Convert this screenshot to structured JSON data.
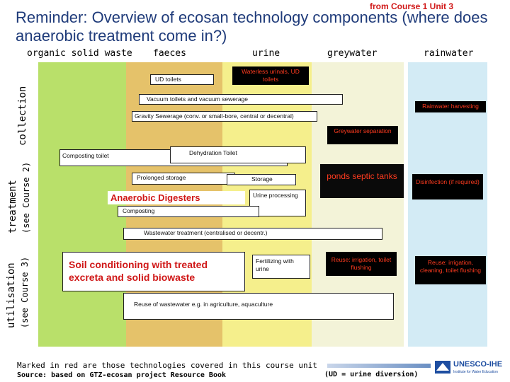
{
  "top_right": "from Course 1 Unit 3",
  "title": "Reminder: Overview of ecosan technology components (where does anaerobic treatment come in?)",
  "columns": {
    "organic": "organic solid waste",
    "faeces": "faeces",
    "urine": "urine",
    "greywater": "greywater",
    "rainwater": "rainwater"
  },
  "rows": {
    "collection": "collection",
    "treatment": "treatment",
    "treatment_note": "(see Course 2)",
    "utilisation": "utilisation",
    "utilisation_note": "(see Course 3)"
  },
  "boxes": {
    "ud_toilets": "UD toilets",
    "waterless": "Waterless urinals, UD toilets",
    "vacuum": "Vacuum toilets and vacuum sewerage",
    "rainwater_harvesting": "Rainwater harvesting",
    "gravity": "Gravity Sewerage (conv. or small-bore, central or decentral)",
    "greywater_sep": "Greywater separation",
    "composting_toilet": "Composting toilet",
    "dehydration": "Dehydration Toilet",
    "prolonged": "Prolonged storage",
    "storage": "Storage",
    "ponds": "ponds septic tanks",
    "disinfection": "Disinfection (if required)",
    "anaerobic": "Anaerobic Digesters",
    "urine_processing": "Urine processing",
    "composting": "Composting",
    "wastewater_treatment": "Wastewater treatment (centralised or decentr.)",
    "soil": "Soil conditioning with treated excreta and solid biowaste",
    "fertilizing": "Fertilizing with urine",
    "reuse_irrigation": "Reuse: irrigation, toilet flushing",
    "reuse_cleaning": "Reuse: irrigation, cleaning, toilet flushing",
    "reuse_wastewater": "Reuse of wastewater e.g. in agriculture, aquaculture"
  },
  "footer": {
    "marked": "Marked in red are those technologies covered in this course unit",
    "source": "Source: based on GTZ-ecosan project Resource Book",
    "ud_note": "(UD = urine diversion)",
    "logo_text": "UNESCO-IHE",
    "logo_sub": "Institute for Water Education"
  },
  "colors": {
    "organic": "#b9e06a",
    "faeces": "#e5c26a",
    "urine": "#f5ef8c",
    "greywater": "#f3f3d8",
    "rainwater": "#d3ebf5",
    "accent_red": "#d01818"
  }
}
